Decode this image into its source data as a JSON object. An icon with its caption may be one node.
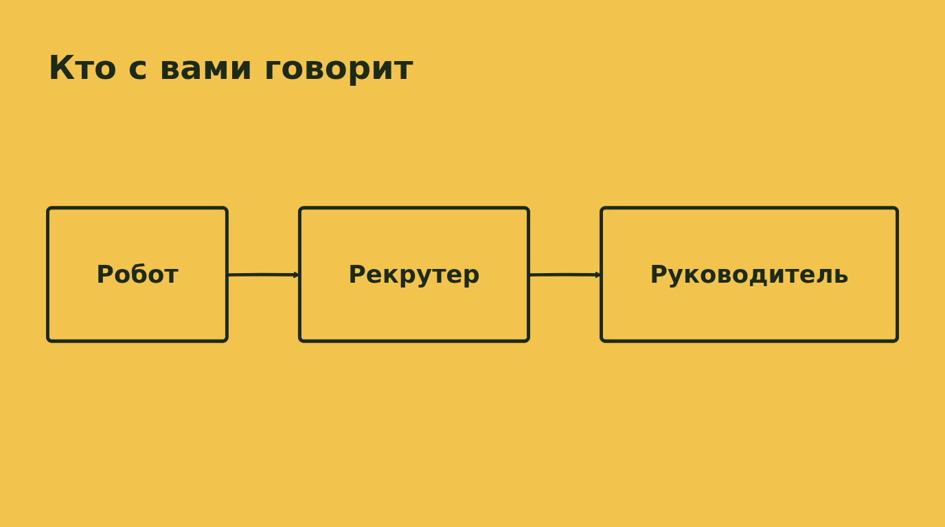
{
  "diagram": {
    "title": "Кто с вами говорит",
    "nodes": [
      {
        "text": [
          "Робот"
        ]
      },
      {
        "text": [
          "Рекрутер"
        ]
      },
      {
        "text": [
          "Руководитель"
        ]
      }
    ],
    "edges": [
      {
        "from": 0,
        "to": 1,
        "arrow": "to"
      },
      {
        "from": 1,
        "to": 2,
        "arrow": "to"
      }
    ]
  }
}
